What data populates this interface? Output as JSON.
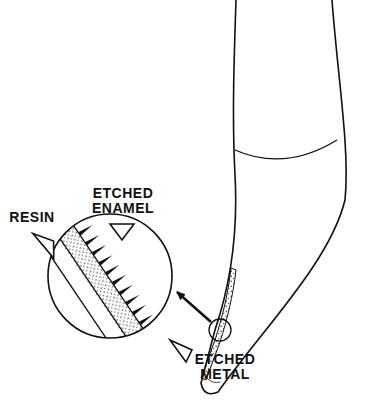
{
  "diagram": {
    "labels": [
      "RESIN",
      "ETCHED ENAMEL",
      "ETCHED METAL"
    ]
  }
}
